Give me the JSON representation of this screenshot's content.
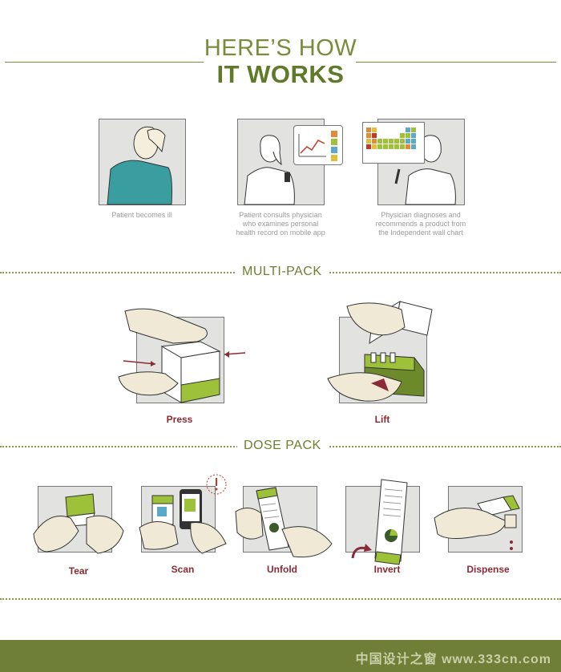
{
  "header": {
    "line1": "HERE’S HOW",
    "line2": "IT WORKS"
  },
  "steps": [
    {
      "caption": "Patient becomes ill"
    },
    {
      "caption": "Patient consults physician who examines personal health record on mobile app"
    },
    {
      "caption": "Physician diagnoses and recommends a product from the Independent wall chart"
    }
  ],
  "multi_pack": {
    "title": "MULTI-PACK",
    "actions": [
      {
        "label": "Press"
      },
      {
        "label": "Lift"
      }
    ]
  },
  "dose_pack": {
    "title": "DOSE PACK",
    "actions": [
      {
        "label": "Tear"
      },
      {
        "label": "Scan"
      },
      {
        "label": "Unfold"
      },
      {
        "label": "Invert"
      },
      {
        "label": "Dispense"
      }
    ]
  },
  "footer": {
    "watermark": "中国设计之窗 www.333cn.com"
  },
  "colors": {
    "green": "#7a8b3a",
    "accent_green": "#9dc23a",
    "red": "#8b2a35",
    "teal": "#3a9ea0"
  }
}
